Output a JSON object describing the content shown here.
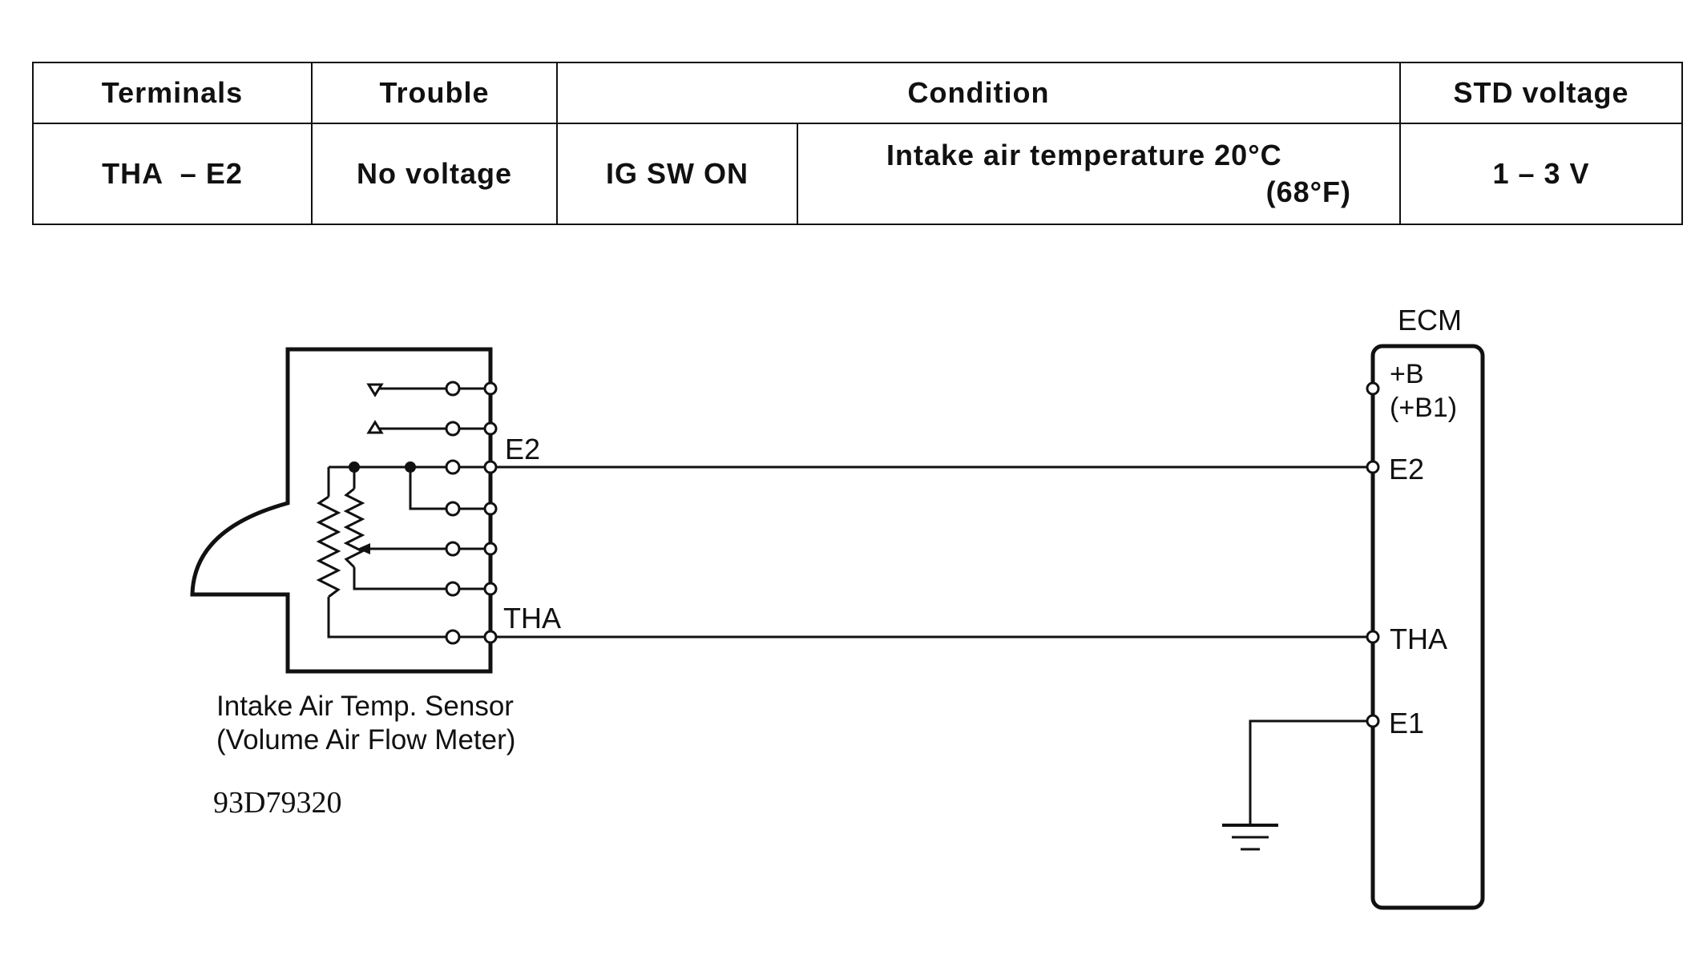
{
  "table": {
    "headers": {
      "terminals": "Terminals",
      "trouble": "Trouble",
      "condition": "Condition",
      "std_voltage": "STD voltage"
    },
    "row": {
      "terminals": "THA  – E2",
      "trouble": "No voltage",
      "condition_switch": "IG SW ON",
      "condition_temp_line1": "Intake air temperature 20°C",
      "condition_temp_line2": "(68°F)",
      "std_voltage": "1 – 3 V"
    }
  },
  "diagram": {
    "ecm": {
      "title": "ECM",
      "pin_b": "+B",
      "pin_b1": "(+B1)",
      "pin_e2": "E2",
      "pin_tha": "THA",
      "pin_e1": "E1"
    },
    "sensor": {
      "pin_e2": "E2",
      "pin_tha": "THA",
      "name_line1": "Intake Air Temp. Sensor",
      "name_line2": "(Volume Air Flow Meter)"
    },
    "figure_code": "93D79320"
  }
}
